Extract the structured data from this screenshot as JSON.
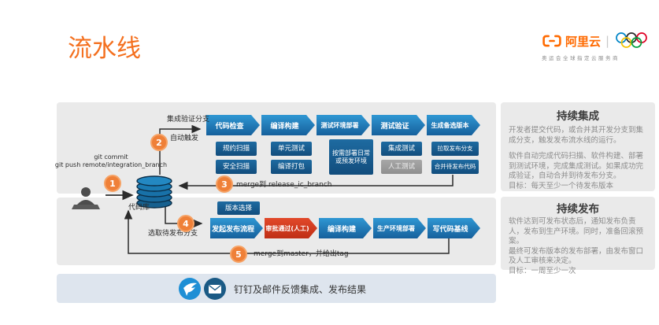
{
  "page": {
    "title": "流水线"
  },
  "logo": {
    "brand": "阿里云",
    "tagline": "奥运会全球指定云服务商"
  },
  "repo": {
    "git_line1": "git commit",
    "git_line2": "git push remote/integration_branch",
    "label": "代码库"
  },
  "badges": [
    "1",
    "2",
    "3",
    "4",
    "5"
  ],
  "ci": {
    "branch_label": "集成验证分支",
    "trigger_label": "自动触发",
    "merge_label": "merge到 release_ic_branch",
    "stages": [
      {
        "label": "代码检查",
        "subs": [
          "规约扫描",
          "安全扫描"
        ]
      },
      {
        "label": "编译构建",
        "subs": [
          "单元测试",
          "编译打包"
        ]
      },
      {
        "label": "测试环境部署",
        "subs": [
          "按需部署日常或预发环境"
        ]
      },
      {
        "label": "测试验证",
        "subs": [
          "集成测试",
          "人工测试"
        ]
      },
      {
        "label": "生成备选版本",
        "subs": [
          "拉取发布分支",
          "合并待发布代码"
        ]
      }
    ]
  },
  "cd": {
    "select_label": "选取待发布分支",
    "version_label": "版本选择",
    "merge_label": "merge到master，并给出tag",
    "stages": [
      {
        "label": "发起发布流程"
      },
      {
        "label": "审批通过(人工)"
      },
      {
        "label": "编译构建"
      },
      {
        "label": "生产环境部署"
      },
      {
        "label": "写代码基线"
      }
    ]
  },
  "footer": {
    "label": "钉钉及邮件反馈集成、发布结果"
  },
  "panels": {
    "ci": {
      "title": "持续集成",
      "p1": "开发者提交代码，或合并其开发分支到集成分支，触发发布流水线的运行。",
      "p2": "软件自动完成代码扫描、软件构建、部署到测试环境，完成集成测试。如果成功完成验证，自动合并到待发布分支。",
      "p3": "目标：每天至少一个待发布版本"
    },
    "cd": {
      "title": "持续发布",
      "p1": "软件达到可发布状态后，通知发布负责人，发布到生产环境。同时，准备回滚预案。",
      "p2": "最终可发布版本的发布部署，由发布窗口及人工审核来决定。",
      "p3": "目标：一周至少一次"
    }
  },
  "colors": {
    "accent_orange": "#f4701f",
    "chevron_blue": "#1e77b3",
    "chevron_red": "#d43b1e",
    "subbox_blue": "#155a8c",
    "badge_orange": "#ef8038"
  }
}
